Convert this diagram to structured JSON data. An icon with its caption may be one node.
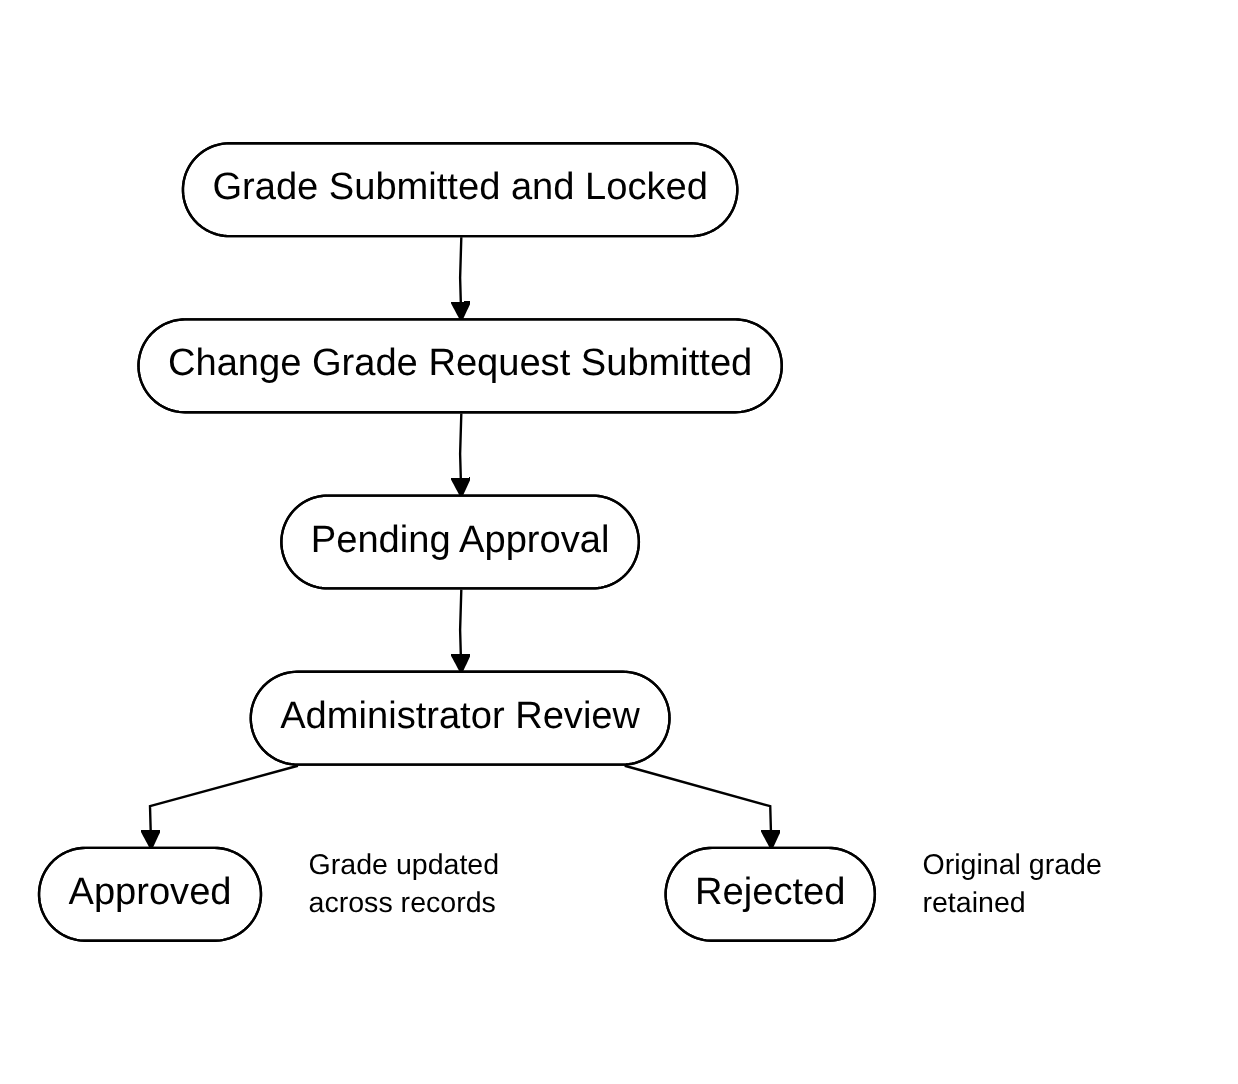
{
  "diagram": {
    "nodes": [
      {
        "text": [
          "Grade Submitted and Locked"
        ]
      },
      {
        "text": [
          "Change Grade Request Submitted"
        ]
      },
      {
        "text": [
          "Pending Approval"
        ]
      },
      {
        "text": [
          "Administrator Review"
        ]
      },
      {
        "text": [
          "Approved"
        ],
        "beside": [
          "Grade updated across records"
        ]
      },
      {
        "text": [
          "Rejected"
        ],
        "beside": [
          "Original grade retained"
        ]
      }
    ],
    "edges": [
      {
        "from": 0,
        "to": 1,
        "arrow": "to"
      },
      {
        "from": 1,
        "to": 2,
        "arrow": "to"
      },
      {
        "from": 2,
        "to": 3,
        "arrow": "to"
      },
      {
        "from": 3,
        "to": 4,
        "arrow": "to"
      },
      {
        "from": 3,
        "to": 5,
        "arrow": "to"
      }
    ]
  }
}
